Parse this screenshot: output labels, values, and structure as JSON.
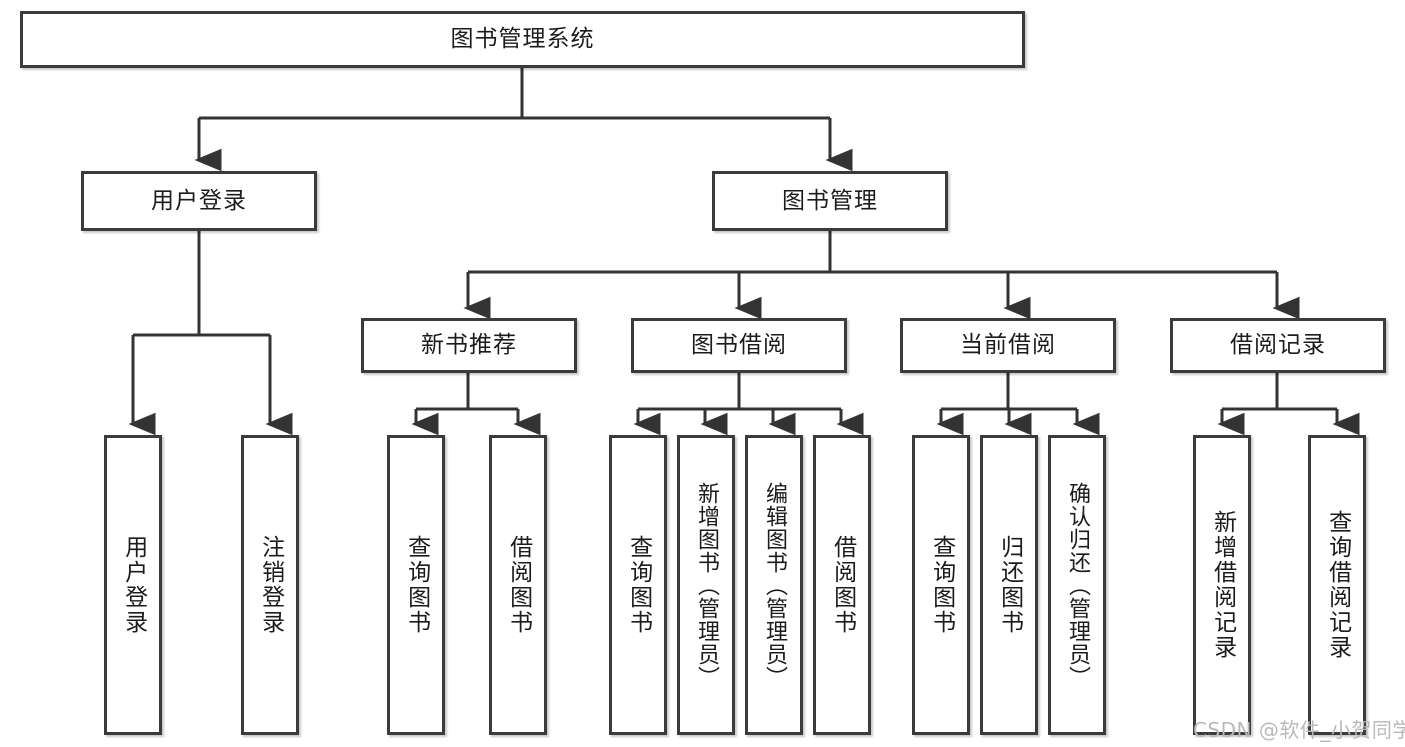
{
  "diagram": {
    "title": "图书管理系统",
    "type": "tree-hierarchy-chart",
    "root": {
      "label": "图书管理系统"
    },
    "level2": [
      {
        "label": "用户登录"
      },
      {
        "label": "图书管理"
      }
    ],
    "level3": [
      {
        "label": "新书推荐"
      },
      {
        "label": "图书借阅"
      },
      {
        "label": "当前借阅"
      },
      {
        "label": "借阅记录"
      }
    ],
    "leaves": {
      "user_login": [
        {
          "label": "用户登录"
        },
        {
          "label": "注销登录"
        }
      ],
      "new_book_recommend": [
        {
          "label": "查询图书"
        },
        {
          "label": "借阅图书"
        }
      ],
      "book_borrow": [
        {
          "label": "查询图书"
        },
        {
          "label": "新增图书（管理员）"
        },
        {
          "label": "编辑图书（管理员）"
        },
        {
          "label": "借阅图书"
        }
      ],
      "current_borrow": [
        {
          "label": "查询图书"
        },
        {
          "label": "归还图书"
        },
        {
          "label": "确认归还（管理员）"
        }
      ],
      "borrow_record": [
        {
          "label": "新增借阅记录"
        },
        {
          "label": "查询借阅记录"
        }
      ]
    }
  },
  "watermark": {
    "text": "CSDN @软件_小贺同学"
  },
  "colors": {
    "border": "#3b3b3b",
    "background": "#ffffff",
    "text": "#1c1c1c",
    "connector": "#333333",
    "watermark": "#b9b9b9"
  }
}
